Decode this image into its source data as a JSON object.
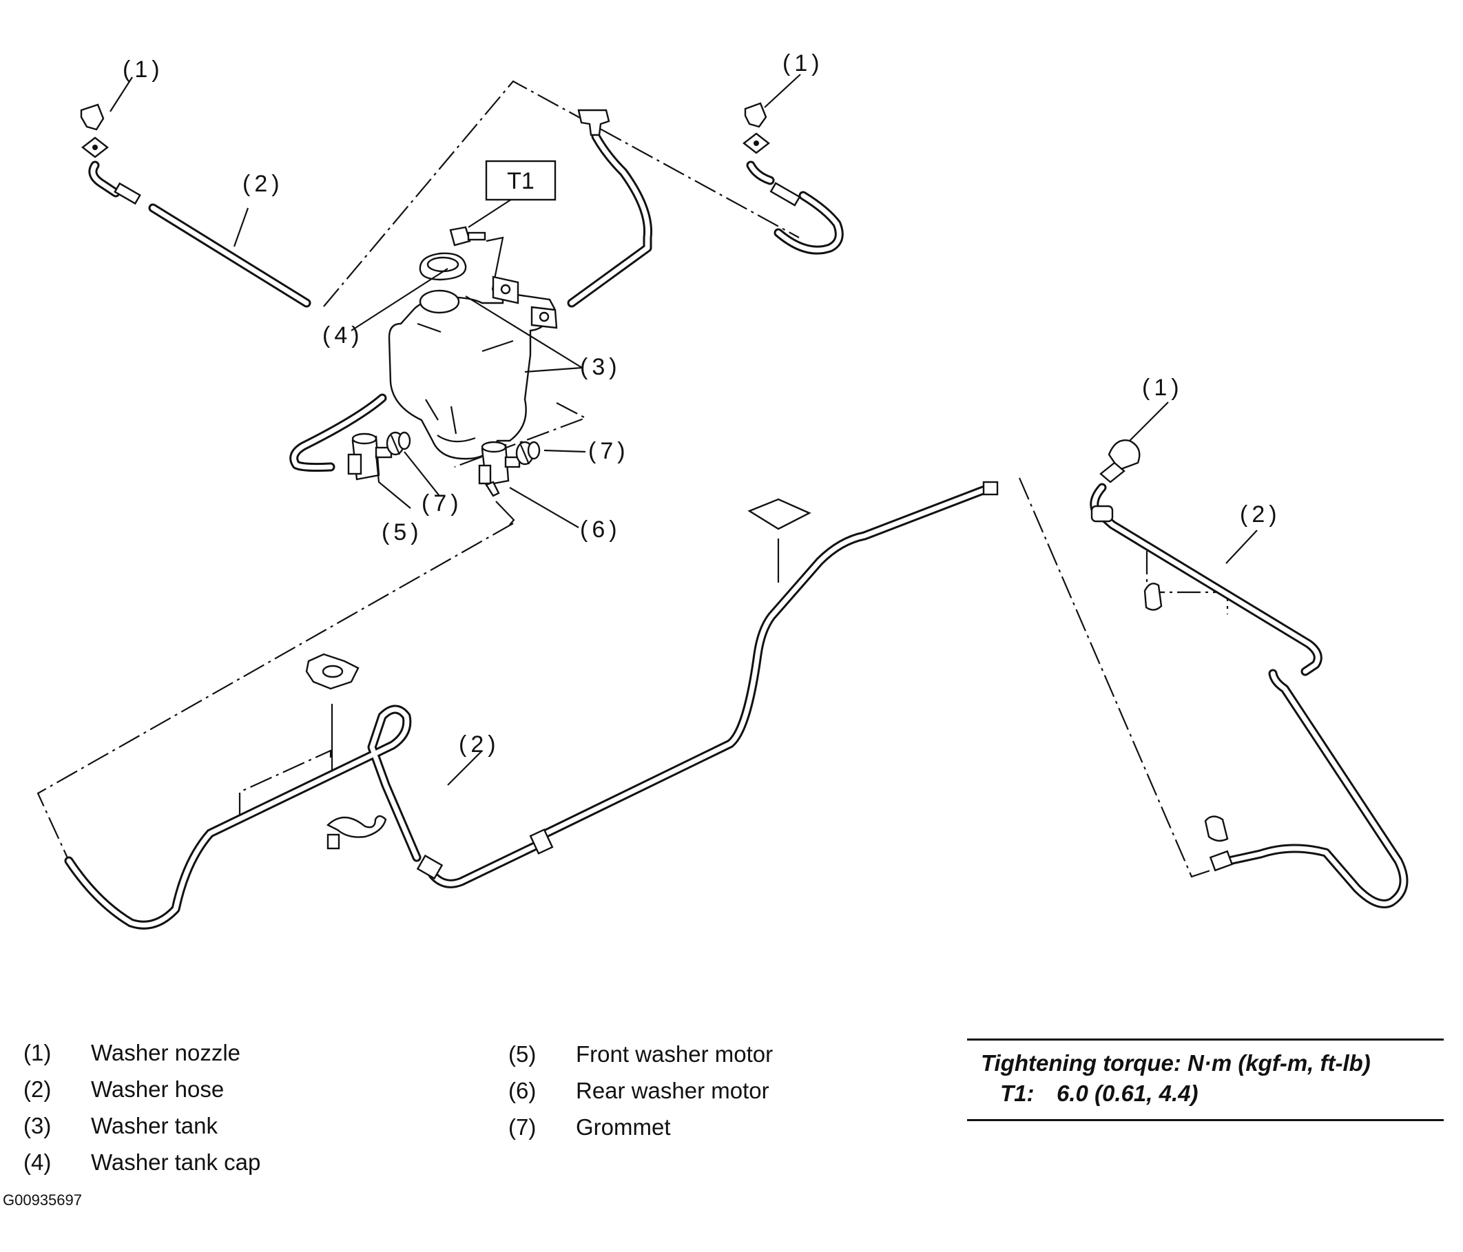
{
  "callouts": {
    "washer_nozzle": "(1)",
    "washer_hose": "(2)",
    "washer_tank": "(3)",
    "washer_tank_cap": "(4)",
    "front_washer_motor": "(5)",
    "rear_washer_motor": "(6)",
    "grommet": "(7)"
  },
  "torque_tag": "T1",
  "legend": [
    {
      "num": "(1)",
      "label": "Washer nozzle"
    },
    {
      "num": "(2)",
      "label": "Washer hose"
    },
    {
      "num": "(3)",
      "label": "Washer tank"
    },
    {
      "num": "(4)",
      "label": "Washer tank cap"
    },
    {
      "num": "(5)",
      "label": "Front washer motor"
    },
    {
      "num": "(6)",
      "label": "Rear washer motor"
    },
    {
      "num": "(7)",
      "label": "Grommet"
    }
  ],
  "torque": {
    "title": "Tightening torque: N·m (kgf-m, ft-lb)",
    "key": "T1:",
    "value": "6.0 (0.61, 4.4)"
  },
  "figure_id": "G00935697"
}
